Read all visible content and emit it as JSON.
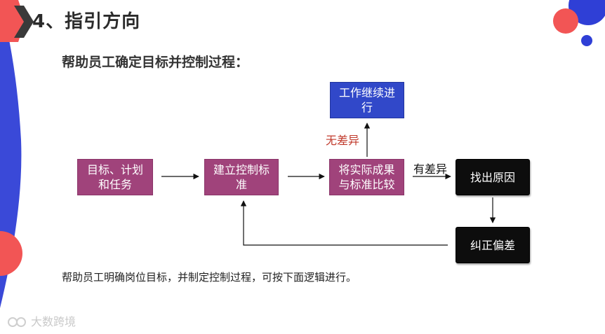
{
  "header": {
    "title": "4、指引方向",
    "subtitle": "帮助员工确定目标并控制过程："
  },
  "diagram": {
    "box_goals": "目标、计划和任务",
    "box_standard": "建立控制标准",
    "box_compare": "将实际成果与标准比较",
    "box_continue": "工作继续进行",
    "box_find_cause": "找出原因",
    "box_correct": "纠正偏差",
    "label_no_diff": "无差异",
    "label_has_diff": "有差异"
  },
  "footer": {
    "note": "帮助员工明确岗位目标，并制定控制过程，可按下面逻辑进行。",
    "watermark": "大数跨境"
  },
  "colors": {
    "purple_box": "#a0437b",
    "blue_box": "#3148c9",
    "black_box": "#0d0d0d",
    "accent_red": "#f25555",
    "accent_blue": "#2f3fd6",
    "no_diff_text": "#c0392b"
  }
}
